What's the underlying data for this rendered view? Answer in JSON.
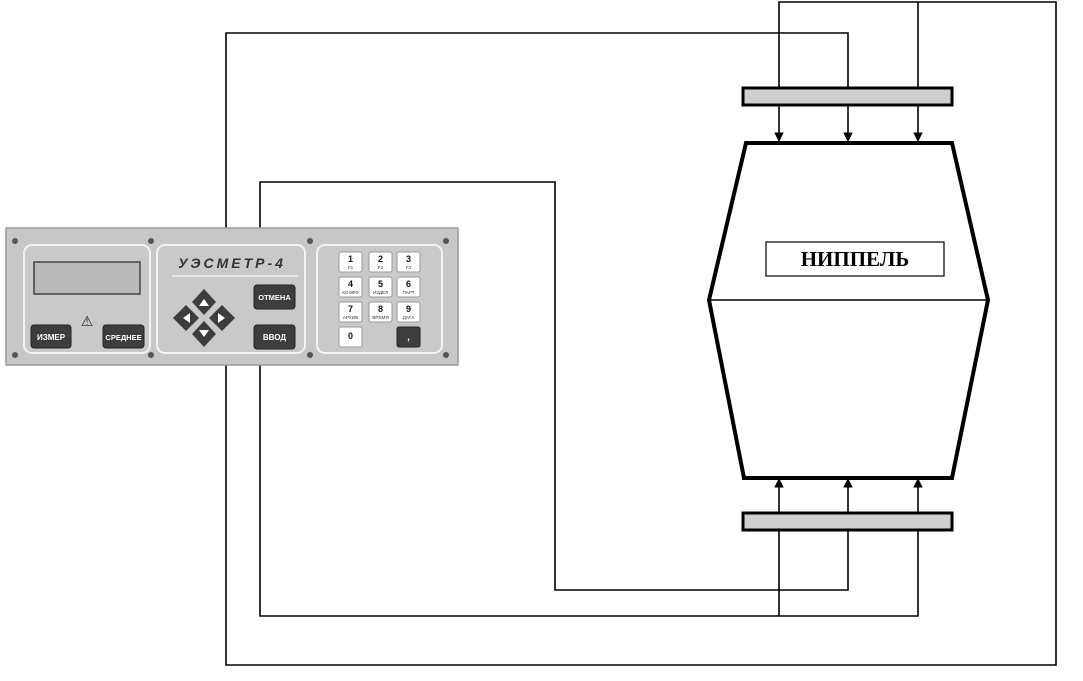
{
  "diagram": {
    "part_label": "НИППЕЛЬ"
  },
  "device": {
    "title": "УЭСМЕТР-4",
    "warning_symbol": "⚠",
    "buttons": {
      "izmer": "ИЗМЕР",
      "srednee": "СРЕДНЕЕ",
      "otmena": "ОТМЕНА",
      "vvod": "ВВОД"
    },
    "keys": [
      {
        "digit": "1",
        "sub": "F1"
      },
      {
        "digit": "2",
        "sub": "F2"
      },
      {
        "digit": "3",
        "sub": "F3"
      },
      {
        "digit": "4",
        "sub": "КОЭФФ"
      },
      {
        "digit": "5",
        "sub": "ИЗДЕЛ"
      },
      {
        "digit": "6",
        "sub": "ПАРТ"
      },
      {
        "digit": "7",
        "sub": "АРХИВ"
      },
      {
        "digit": "8",
        "sub": "ВРЕМЯ"
      },
      {
        "digit": "9",
        "sub": "ДАТА"
      },
      {
        "digit": "0",
        "sub": ""
      }
    ],
    "comma_key": ","
  },
  "colors": {
    "panel_bg": "#c7c7c7",
    "panel_border": "#9a9a9a",
    "display_bg": "#b9b9b9",
    "dark_button": "#3d3d3d",
    "key_white": "#ffffff",
    "electrode_fill": "#cfcfcf",
    "line": "#000000"
  }
}
